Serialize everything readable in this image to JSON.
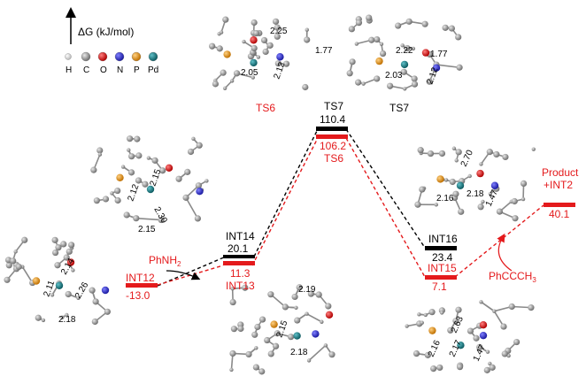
{
  "axis_label": "ΔG (kJ/mol)",
  "legend": [
    {
      "symbol": "H",
      "color": "#f4f4f4"
    },
    {
      "symbol": "C",
      "color": "#8c8c8c"
    },
    {
      "symbol": "O",
      "color": "#e02020"
    },
    {
      "symbol": "N",
      "color": "#2727c8"
    },
    {
      "symbol": "P",
      "color": "#f0a020"
    },
    {
      "symbol": "Pd",
      "color": "#1e7f86"
    }
  ],
  "colors": {
    "red_path": "#e41a1c",
    "black_path": "#000000",
    "ball": "#9a9a9a"
  },
  "states": {
    "int12": {
      "name": "INT12",
      "value": "-13.0"
    },
    "int13": {
      "name": "INT13",
      "value": "11.3"
    },
    "int14": {
      "name": "INT14",
      "value": "20.1"
    },
    "ts7": {
      "name": "TS7",
      "value": "110.4"
    },
    "ts6": {
      "name": "TS6",
      "value": "106.2"
    },
    "int16": {
      "name": "INT16",
      "value": "23.4"
    },
    "int15": {
      "name": "INT15",
      "value": "7.1"
    },
    "product": {
      "name_line1": "Product",
      "name_line2": "+INT2",
      "value": "40.1"
    }
  },
  "reagents": {
    "phnh2": {
      "main": "PhNH",
      "sub": "2"
    },
    "phccch3": {
      "main": "PhCCCH",
      "sub": "3"
    }
  },
  "structures": {
    "ts6": {
      "label": "TS6",
      "distances": [
        "2.25",
        "1.77",
        "2.05",
        "2.12"
      ]
    },
    "ts7": {
      "label": "TS7",
      "distances": [
        "2.22",
        "1.77",
        "2.03",
        "2.12"
      ]
    },
    "int12": {
      "distances": [
        "2.14",
        "2.11",
        "2.26",
        "2.18"
      ]
    },
    "int14": {
      "distances": [
        "2.15",
        "2.12",
        "2.30",
        "2.15"
      ]
    },
    "int13": {
      "distances": [
        "2.19",
        "2.15",
        "2.18"
      ]
    },
    "int16": {
      "distances": [
        "2.70",
        "2.16",
        "2.18",
        "1.47"
      ]
    },
    "int15": {
      "distances": [
        "2.63",
        "2.16",
        "2.17",
        "1.47"
      ]
    }
  }
}
